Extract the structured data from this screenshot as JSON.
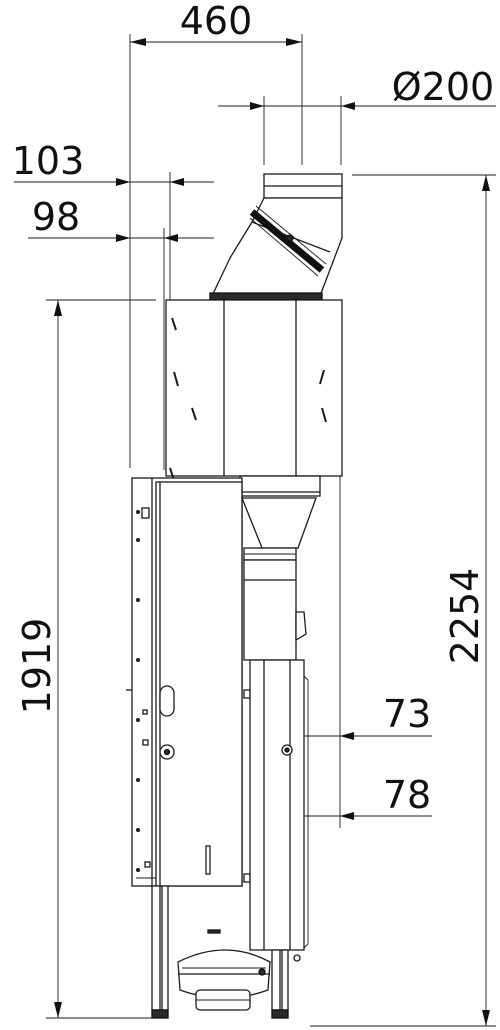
{
  "dimensions": {
    "width_total": "460",
    "flue_diameter": "Ø200",
    "offset_top_1": "103",
    "offset_top_2": "98",
    "height_body": "1919",
    "height_total": "2254",
    "offset_rear_1": "73",
    "offset_rear_2": "78"
  },
  "colors": {
    "line": "#1b1b1b",
    "background": "#ffffff"
  }
}
